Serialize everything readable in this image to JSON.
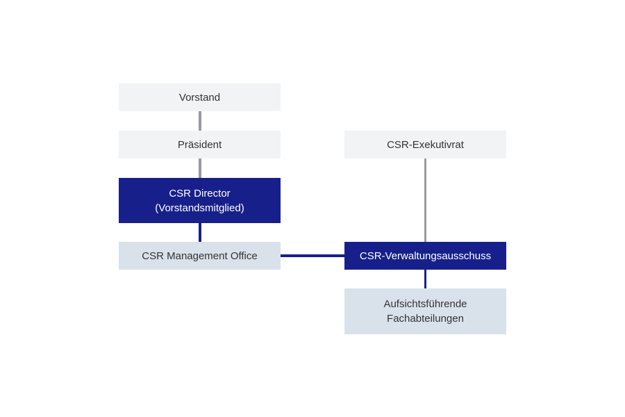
{
  "diagram": {
    "nodes": {
      "vorstand": "Vorstand",
      "praesident": "Präsident",
      "csr_director": "CSR Director\n(Vorstandsmitglied)",
      "management_office": "CSR Management Office",
      "exekutivrat": "CSR-Exekutivrat",
      "verwaltungsausschuss": "CSR-Verwaltungsausschuss",
      "fachabteilungen": "Aufsichtsführende\nFachabteilungen"
    },
    "edges": [
      [
        "vorstand",
        "praesident"
      ],
      [
        "praesident",
        "csr_director"
      ],
      [
        "csr_director",
        "management_office"
      ],
      [
        "management_office",
        "verwaltungsausschuss"
      ],
      [
        "exekutivrat",
        "verwaltungsausschuss"
      ],
      [
        "verwaltungsausschuss",
        "fachabteilungen"
      ]
    ],
    "colors": {
      "navy": "#17208a",
      "light_grey": "#f2f3f4",
      "pale_blue": "#d9e2ea",
      "connector_grey": "#9a9aa3"
    }
  }
}
